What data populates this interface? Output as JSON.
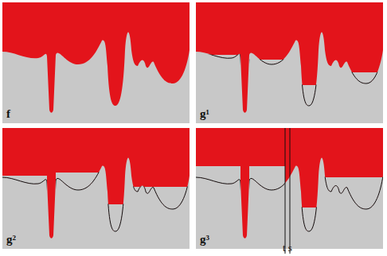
{
  "diagram": {
    "labels": [
      "f",
      "g¹",
      "g²",
      "g³",
      "t s"
    ]
  }
}
